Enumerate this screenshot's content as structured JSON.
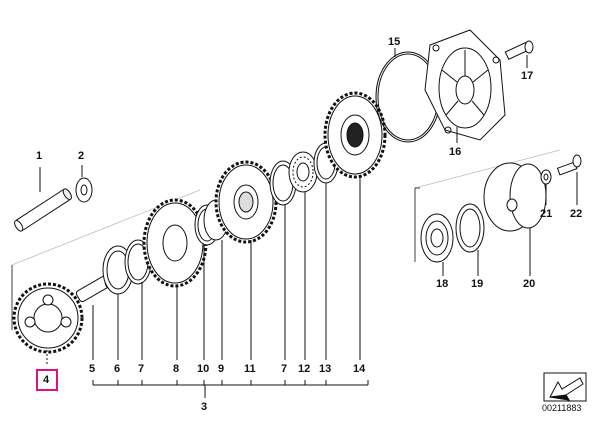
{
  "labels": {
    "p1": "1",
    "p2": "2",
    "p3": "3",
    "p4": "4",
    "p5": "5",
    "p6": "6",
    "p7a": "7",
    "p7b": "7",
    "p8": "8",
    "p9": "9",
    "p10": "10",
    "p11": "11",
    "p12": "12",
    "p13": "13",
    "p14": "14",
    "p15": "15",
    "p16": "16",
    "p17": "17",
    "p18": "18",
    "p19": "19",
    "p20": "20",
    "p21": "21",
    "p22": "22"
  },
  "diagram_id": "00211883",
  "highlight_color": "#e0117f"
}
